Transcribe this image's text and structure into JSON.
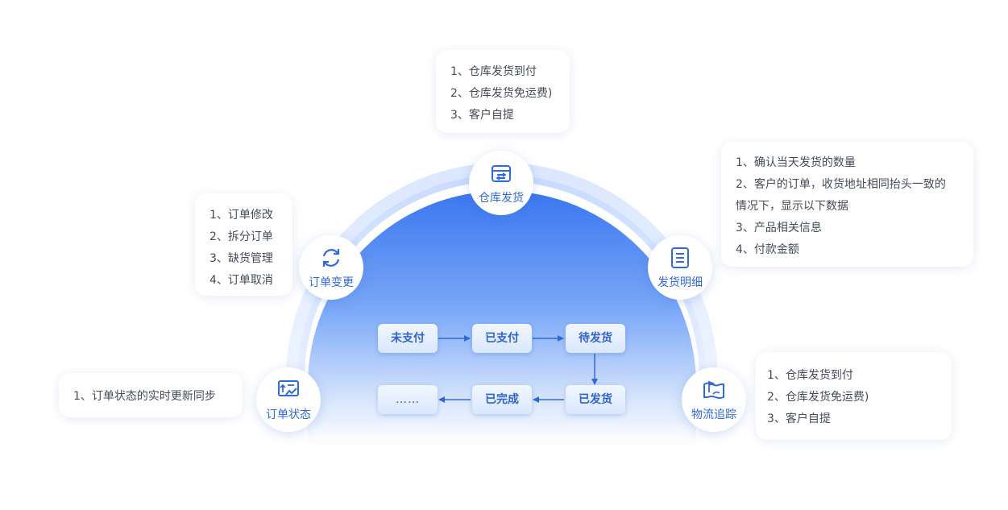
{
  "center_node": {
    "label": "仓库发货",
    "icon": "warehouse-icon",
    "notes": [
      "1、仓库发货到付",
      "2、仓库发货免运费)",
      "3、客户自提"
    ]
  },
  "left_node": {
    "label": "订单变更",
    "icon": "refresh-icon",
    "notes": [
      "1、订单修改",
      "2、拆分订单",
      "3、缺货管理",
      "4、订单取消"
    ]
  },
  "right_node": {
    "label": "发货明细",
    "icon": "list-icon",
    "notes": [
      "1、确认当天发货的数量",
      "2、客户的订单，收货地址相同抬头一致的",
      "情况下，显示以下数据",
      "3、产品相关信息",
      "4、付款金额"
    ]
  },
  "bottom_left_node": {
    "label": "订单状态",
    "icon": "status-chart-icon",
    "notes": [
      "1、订单状态的实时更新同步"
    ]
  },
  "bottom_right_node": {
    "label": "物流追踪",
    "icon": "map-flag-icon",
    "notes": [
      "1、仓库发货到付",
      "2、仓库发货免运费)",
      "3、客户自提"
    ]
  },
  "flow": {
    "row1": [
      "未支付",
      "已支付",
      "待发货"
    ],
    "row2": [
      "……",
      "已完成",
      "已发货"
    ]
  },
  "colors": {
    "accent": "#2f6ad9",
    "dome_top": "#3c78f0",
    "dome_bottom": "#ffffff",
    "ring": "#cfe0ff"
  }
}
